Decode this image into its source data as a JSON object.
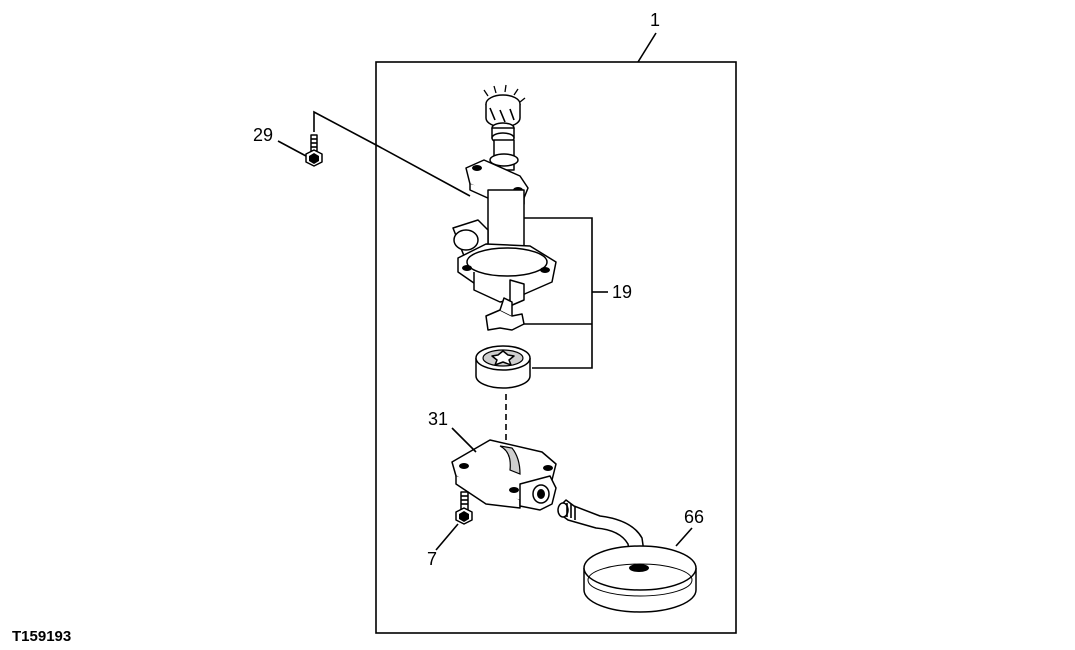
{
  "figure_id": "T159193",
  "callouts": {
    "assembly": "1",
    "pump_parts": "19",
    "cap_screw_top": "29",
    "cover": "31",
    "cap_screw_bottom": "7",
    "strainer": "66"
  }
}
